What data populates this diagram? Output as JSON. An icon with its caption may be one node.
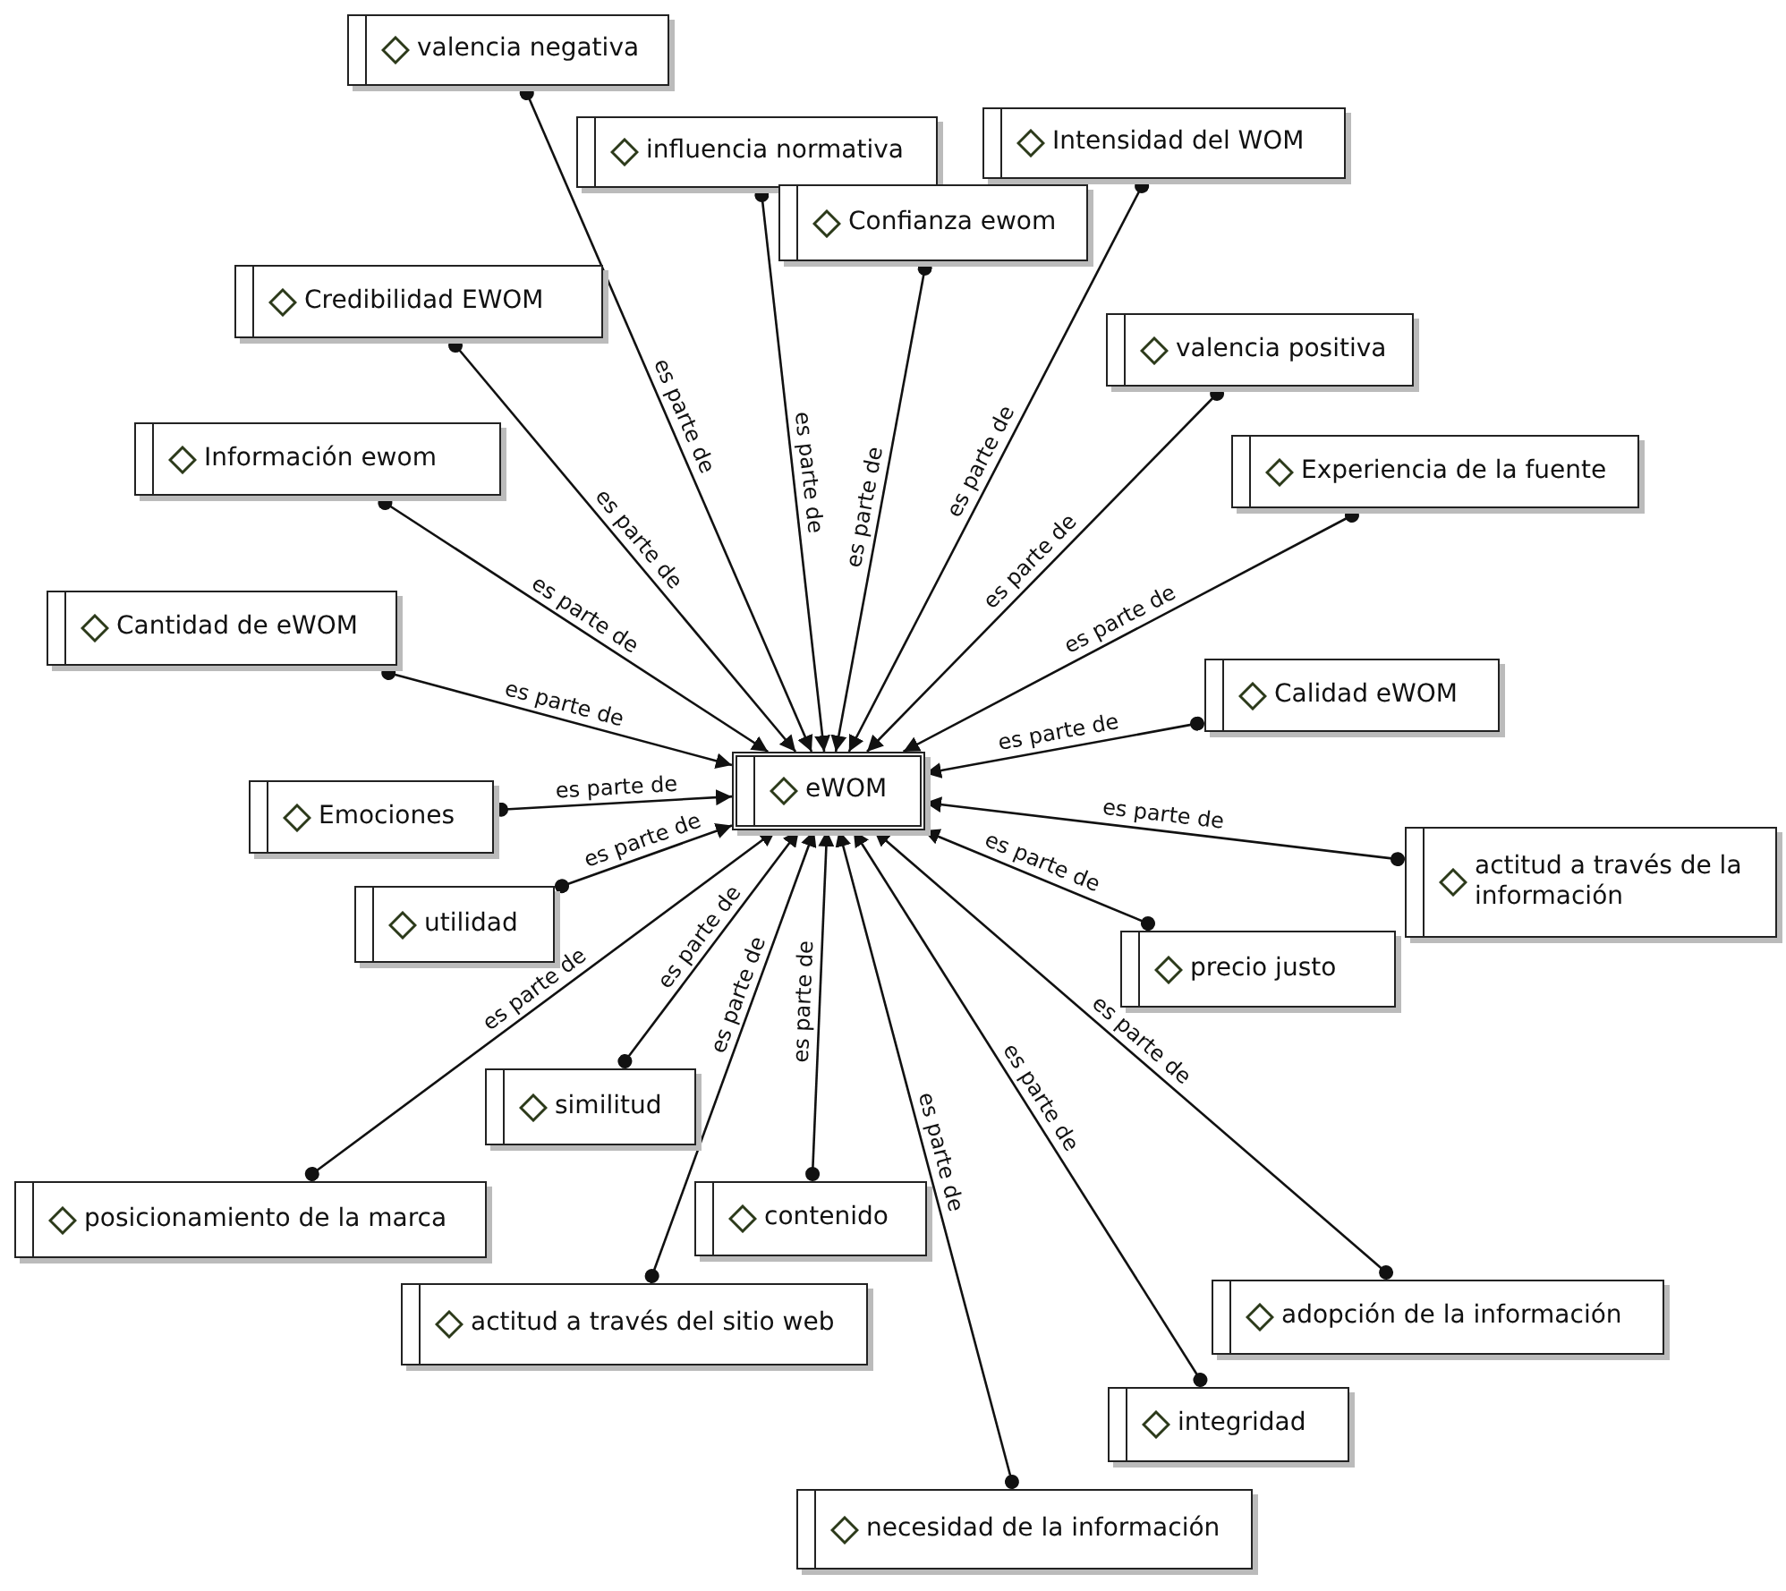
{
  "diagram": {
    "nodes": [
      {
        "text": [
          "eWOM"
        ]
      },
      {
        "text": [
          "valencia negativa"
        ]
      },
      {
        "text": [
          "influencia normativa"
        ]
      },
      {
        "text": [
          "Intensidad del WOM"
        ]
      },
      {
        "text": [
          "Confianza ewom"
        ]
      },
      {
        "text": [
          "Credibilidad EWOM"
        ]
      },
      {
        "text": [
          "valencia positiva"
        ]
      },
      {
        "text": [
          "Información ewom"
        ]
      },
      {
        "text": [
          "Experiencia de la fuente"
        ]
      },
      {
        "text": [
          "Cantidad de eWOM"
        ]
      },
      {
        "text": [
          "Calidad eWOM"
        ]
      },
      {
        "text": [
          "Emociones"
        ]
      },
      {
        "text": [
          "actitud a través de la información"
        ]
      },
      {
        "text": [
          "utilidad"
        ]
      },
      {
        "text": [
          "precio justo"
        ]
      },
      {
        "text": [
          "similitud"
        ]
      },
      {
        "text": [
          "posicionamiento de la marca"
        ]
      },
      {
        "text": [
          "contenido"
        ]
      },
      {
        "text": [
          "actitud a través del sitio web"
        ]
      },
      {
        "text": [
          "adopción de la información"
        ]
      },
      {
        "text": [
          "integridad"
        ]
      },
      {
        "text": [
          "necesidad de la información"
        ]
      }
    ],
    "edges": [
      {
        "from": 1,
        "to": 0,
        "arrow": "to",
        "label": "es parte de"
      },
      {
        "from": 2,
        "to": 0,
        "arrow": "to",
        "label": "es parte de"
      },
      {
        "from": 3,
        "to": 0,
        "arrow": "to",
        "label": "es parte de"
      },
      {
        "from": 4,
        "to": 0,
        "arrow": "to",
        "label": "es parte de"
      },
      {
        "from": 5,
        "to": 0,
        "arrow": "to",
        "label": "es parte de"
      },
      {
        "from": 6,
        "to": 0,
        "arrow": "to",
        "label": "es parte de"
      },
      {
        "from": 7,
        "to": 0,
        "arrow": "to",
        "label": "es parte de"
      },
      {
        "from": 8,
        "to": 0,
        "arrow": "to",
        "label": "es parte de"
      },
      {
        "from": 9,
        "to": 0,
        "arrow": "to",
        "label": "es parte de"
      },
      {
        "from": 10,
        "to": 0,
        "arrow": "to",
        "label": "es parte de"
      },
      {
        "from": 11,
        "to": 0,
        "arrow": "to",
        "label": "es parte de"
      },
      {
        "from": 12,
        "to": 0,
        "arrow": "to",
        "label": "es parte de"
      },
      {
        "from": 13,
        "to": 0,
        "arrow": "to",
        "label": "es parte de"
      },
      {
        "from": 14,
        "to": 0,
        "arrow": "to",
        "label": "es parte de"
      },
      {
        "from": 15,
        "to": 0,
        "arrow": "to",
        "label": "es parte de"
      },
      {
        "from": 16,
        "to": 0,
        "arrow": "to",
        "label": "es parte de"
      },
      {
        "from": 17,
        "to": 0,
        "arrow": "to",
        "label": "es parte de"
      },
      {
        "from": 18,
        "to": 0,
        "arrow": "to",
        "label": "es parte de"
      },
      {
        "from": 19,
        "to": 0,
        "arrow": "to",
        "label": "es parte de"
      },
      {
        "from": 20,
        "to": 0,
        "arrow": "to",
        "label": "es parte de"
      },
      {
        "from": 21,
        "to": 0,
        "arrow": "to",
        "label": "es parte de"
      }
    ]
  }
}
